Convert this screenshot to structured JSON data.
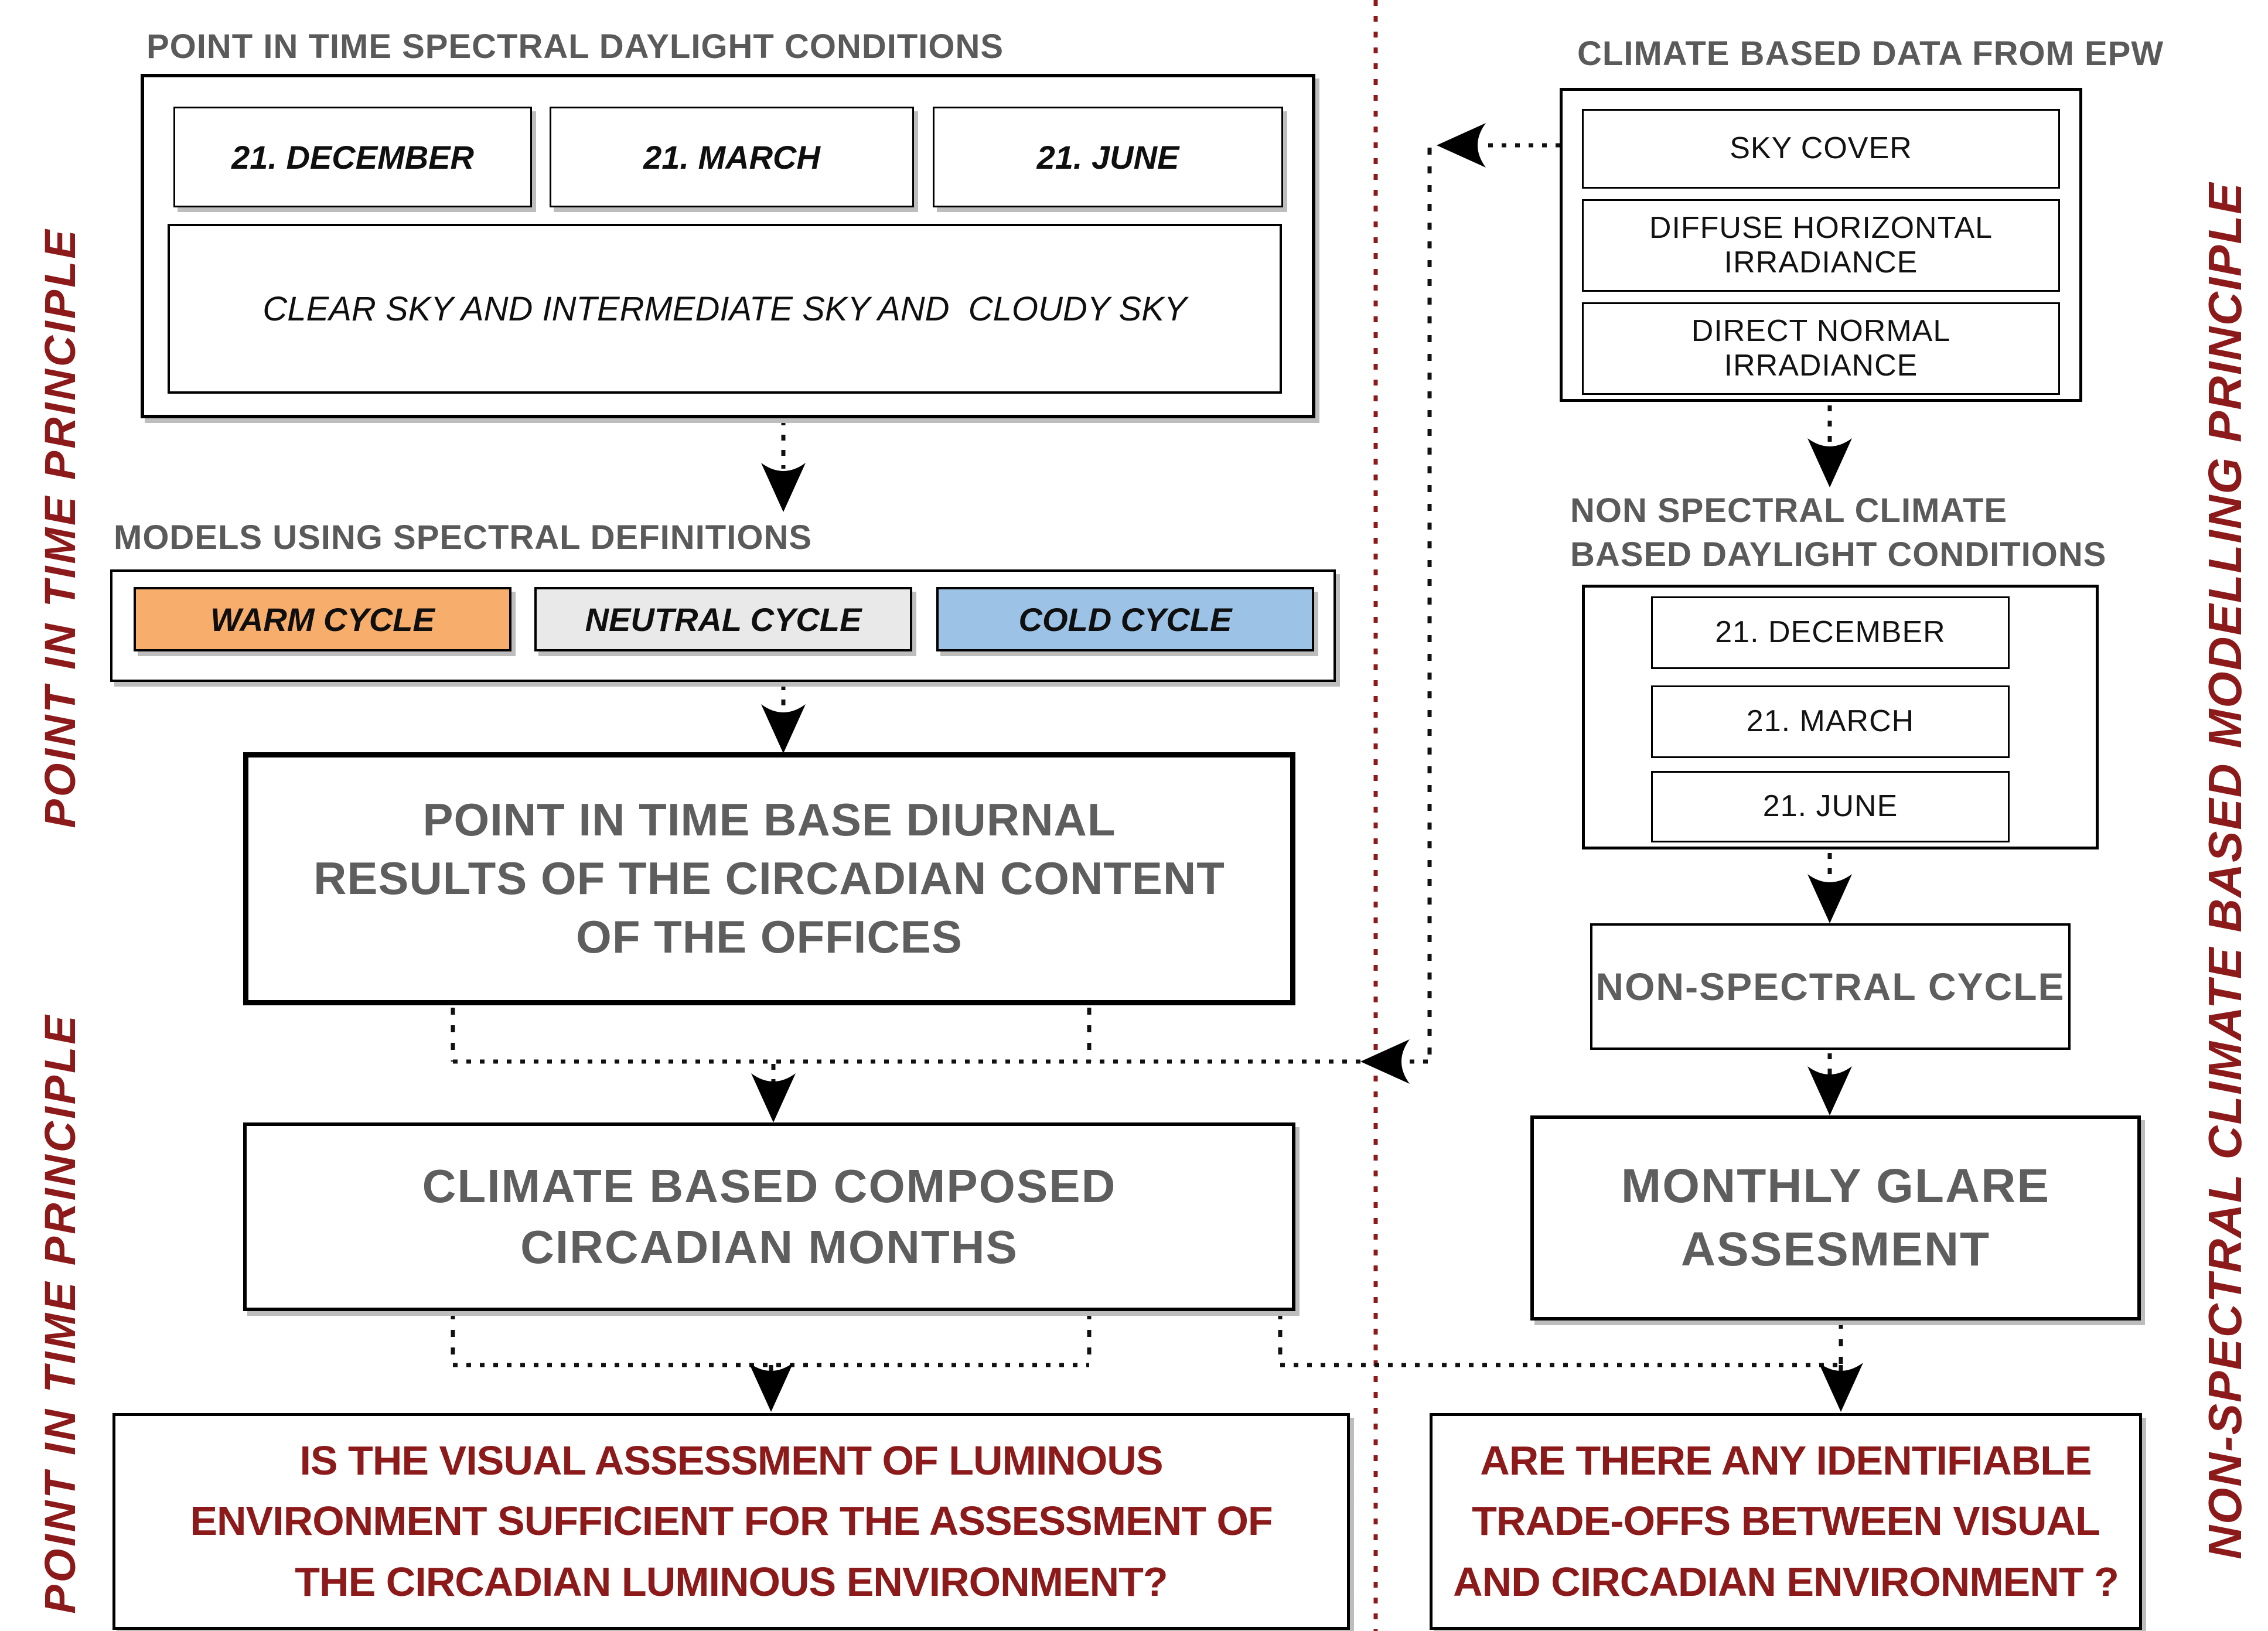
{
  "palette": {
    "dark_red": "#8C1A1A",
    "heading_gray": "#5A5A5A",
    "box_text_gray": "#5E5E5E",
    "warm_orange": "#F7AD6C",
    "neutral_gray": "#E9E9E9",
    "cold_blue": "#9CC2E5",
    "line_black": "#111111"
  },
  "rails": {
    "left_top": "POINT IN TIME PRINCIPLE",
    "left_bottom": "POINT IN TIME PRINCIPLE",
    "right": "NON-SPECTRAL CLIMATE BASED MODELLING PRINCIPLE"
  },
  "left_flow": {
    "conditions": {
      "title": "POINT IN TIME SPECTRAL DAYLIGHT CONDITIONS",
      "dates": [
        "21. DECEMBER",
        "21. MARCH",
        "21. JUNE"
      ],
      "sky": "CLEAR SKY AND INTERMEDIATE SKY AND  CLOUDY SKY"
    },
    "models": {
      "title": "MODELS USING SPECTRAL DEFINITIONS",
      "cycles": [
        {
          "label": "WARM CYCLE"
        },
        {
          "label": "NEUTRAL CYCLE"
        },
        {
          "label": "COLD CYCLE"
        }
      ]
    },
    "diurnal": {
      "lines": [
        "POINT IN TIME BASE DIURNAL",
        "RESULTS OF THE CIRCADIAN CONTENT",
        "OF THE OFFICES"
      ]
    },
    "climate_months": {
      "lines": [
        "CLIMATE BASED COMPOSED",
        "CIRCADIAN MONTHS"
      ]
    },
    "question": {
      "lines": [
        "IS THE VISUAL ASSESSMENT OF LUMINOUS",
        "ENVIRONMENT SUFFICIENT FOR THE ASSESSMENT OF",
        "THE CIRCADIAN LUMINOUS ENVIRONMENT?"
      ]
    }
  },
  "right_flow": {
    "epw": {
      "title": "CLIMATE BASED DATA FROM EPW",
      "items": [
        "SKY COVER",
        "DIFFUSE HORIZONTAL IRRADIANCE",
        "DIRECT NORMAL IRRADIANCE"
      ]
    },
    "nonspectral": {
      "title_lines": [
        "NON SPECTRAL CLIMATE",
        "BASED DAYLIGHT CONDITIONS"
      ],
      "dates": [
        "21. DECEMBER",
        "21. MARCH",
        "21. JUNE"
      ]
    },
    "cycle": {
      "label": "NON-SPECTRAL CYCLE"
    },
    "glare": {
      "lines": [
        "MONTHLY GLARE",
        "ASSESMENT"
      ]
    },
    "question": {
      "lines": [
        "ARE THERE ANY IDENTIFIABLE",
        "TRADE-OFFS BETWEEN VISUAL",
        "AND CIRCADIAN ENVIRONMENT ?"
      ]
    }
  }
}
